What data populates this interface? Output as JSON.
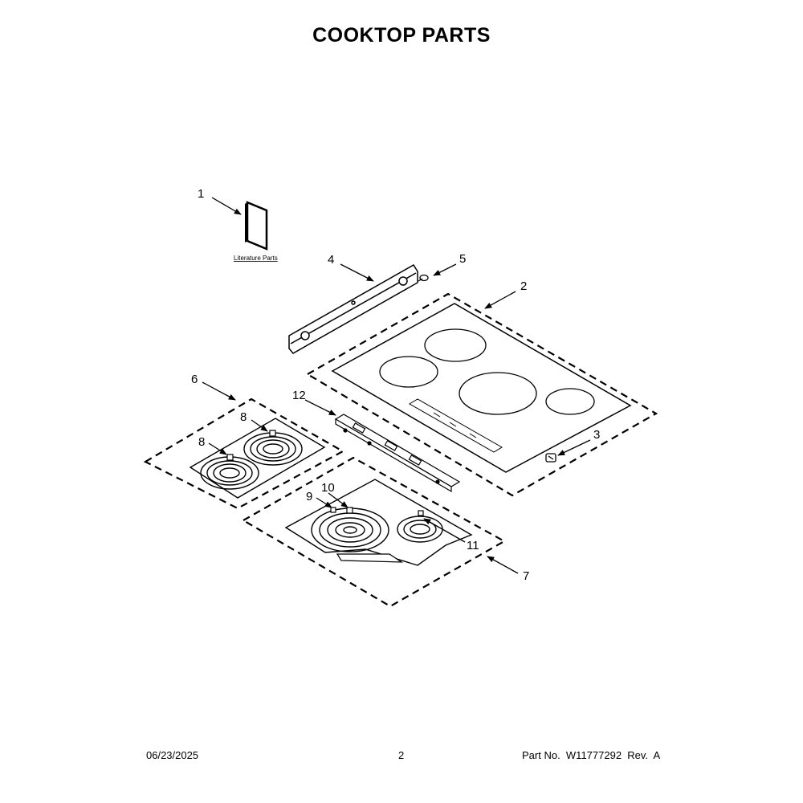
{
  "title": "COOKTOP PARTS",
  "literature_label": "Literature Parts",
  "callouts": {
    "c1": "1",
    "c2": "2",
    "c3": "3",
    "c4": "4",
    "c5": "5",
    "c6": "6",
    "c7": "7",
    "c8a": "8",
    "c8b": "8",
    "c9": "9",
    "c10": "10",
    "c11": "11",
    "c12": "12"
  },
  "footer": {
    "date": "06/23/2025",
    "page": "2",
    "part_no": "Part No.  W11777292  Rev.  A"
  }
}
